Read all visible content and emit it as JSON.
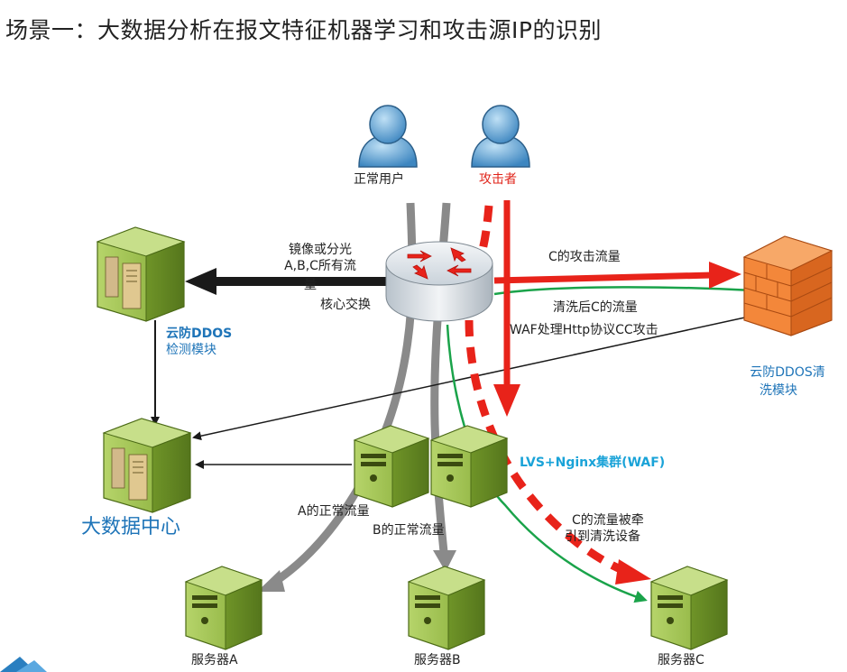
{
  "title": "场景一：大数据分析在报文特征机器学习和攻击源IP的识别",
  "actors": {
    "normal_user": "正常用户",
    "attacker": "攻击者"
  },
  "labels": {
    "mirror_line1": "镜像或分光",
    "mirror_line2": "A,B,C所有流",
    "mirror_line3": "量",
    "core_switch": "核心交换",
    "c_attack_flow": "C的攻击流量",
    "c_cleaned_flow": "清洗后C的流量",
    "waf_cc": "WAF处理Http协议CC攻击",
    "detect_module_line1": "云防DDOS",
    "detect_module_line2": "检测模块",
    "clean_module_line1": "云防DDOS清",
    "clean_module_line2": "洗模块",
    "lvs_cluster": "LVS+Nginx集群(WAF)",
    "bigdata_center": "大数据中心",
    "a_normal_flow": "A的正常流量",
    "b_normal_flow": "B的正常流量",
    "c_diverted_line1": "C的流量被牵",
    "c_diverted_line2": "引到清洗设备",
    "server_a": "服务器A",
    "server_b": "服务器B",
    "server_c": "服务器C"
  },
  "colors": {
    "attack_red": "#e8231a",
    "clean_green": "#1aa34a",
    "normal_gray": "#8a8a8a",
    "mirror_black": "#1a1a1a",
    "server_green": "#8cb63c",
    "label_blue": "#1e74b8",
    "firewall_orange": "#f07a2a"
  }
}
